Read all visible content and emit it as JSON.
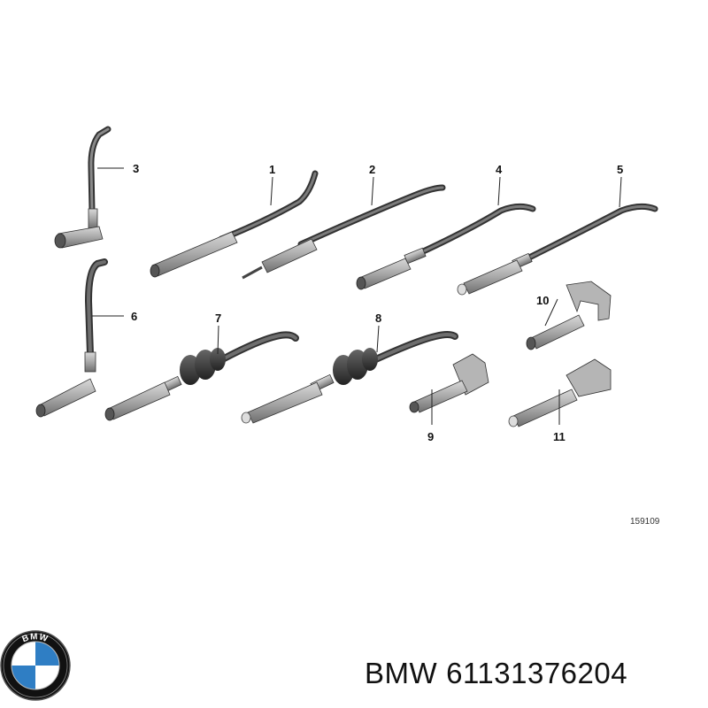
{
  "diagram": {
    "callouts": [
      "1",
      "2",
      "3",
      "4",
      "5",
      "6",
      "7",
      "8",
      "9",
      "10",
      "11"
    ],
    "reference_number": "159109"
  },
  "caption": {
    "brand": "BMW",
    "part_number": "61131376204"
  },
  "logo": {
    "text": "BMW",
    "colors": {
      "blue": "#2f7ec4",
      "white": "#ffffff",
      "ring": "#111111"
    }
  }
}
